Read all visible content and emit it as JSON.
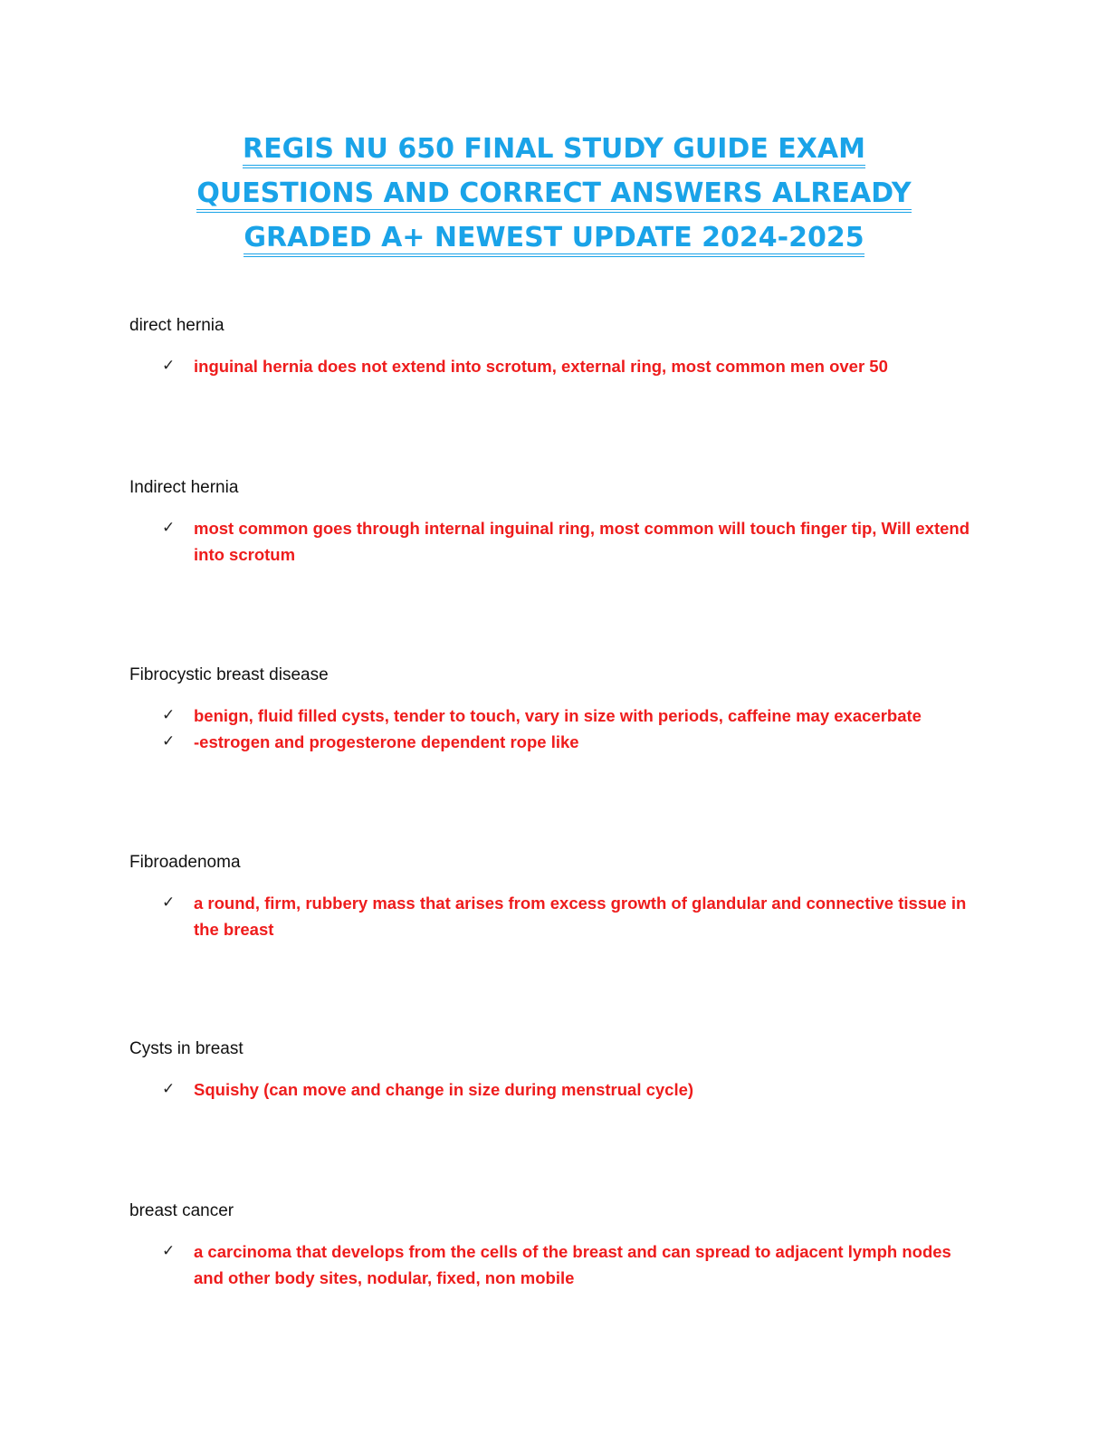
{
  "title": {
    "line1": "REGIS NU 650 FINAL STUDY GUIDE EXAM",
    "line2": "QUESTIONS AND CORRECT ANSWERS ALREADY",
    "line3": "GRADED A+ NEWEST UPDATE 2024-2025"
  },
  "check_glyph": "✓",
  "entries": [
    {
      "term": "direct hernia",
      "answers": [
        "inguinal hernia does not extend into scrotum, external ring, most common men over 50"
      ]
    },
    {
      "term": "Indirect hernia",
      "answers": [
        "most common goes through internal inguinal ring, most common will touch finger tip, Will extend into scrotum"
      ]
    },
    {
      "term": "Fibrocystic breast disease",
      "answers": [
        "benign, fluid filled cysts, tender to touch, vary in size with periods, caffeine may exacerbate",
        "-estrogen and progesterone dependent rope like"
      ]
    },
    {
      "term": "Fibroadenoma",
      "answers": [
        "a round, firm, rubbery mass that arises from excess growth of glandular and connective tissue in the breast"
      ]
    },
    {
      "term": "Cysts in breast",
      "answers": [
        "Squishy (can move and change in size during menstrual cycle)"
      ]
    },
    {
      "term": "breast cancer",
      "answers": [
        "a carcinoma that develops from the cells of the breast and can spread to adjacent lymph nodes and other body sites, nodular, fixed, non mobile"
      ]
    }
  ]
}
